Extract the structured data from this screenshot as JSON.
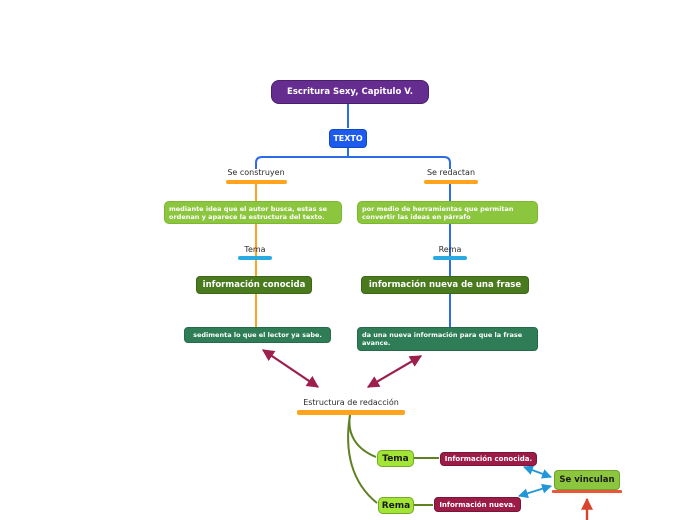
{
  "root": {
    "label": "Escritura Sexy, Capitulo V."
  },
  "texto": {
    "label": "TEXTO"
  },
  "left_branch": {
    "connector_label": "Se construyen",
    "description": "mediante idea que el autor busca, estas se\nordenan y aparece la estructura del texto.",
    "term_label": "Tema",
    "concept": "información conocida",
    "detail": "sedimenta lo que el lector ya sabe."
  },
  "right_branch": {
    "connector_label": "Se redactan",
    "description": "por medio de herramientas que permitan\nconvertir las ideas en párrafo",
    "term_label": "Rema",
    "concept": "información nueva de una frase",
    "detail": "da una nueva información para que la frase\navance."
  },
  "structure_node": {
    "label": "Estructura de redacción"
  },
  "bottom": {
    "rows": [
      {
        "term": "Tema",
        "value": "Información conocida."
      },
      {
        "term": "Rema",
        "value": "Información nueva."
      }
    ],
    "link": {
      "label": "Se vinculan"
    }
  },
  "colors": {
    "root_purple": "#662D91",
    "node_blue": "#1C5BEE",
    "line_blue": "#2E6BE8",
    "line_orange": "#FFA41C",
    "underline_light_blue": "#29ABE2",
    "green_light": "#8CC63F",
    "green_dark_olive": "#4A7A1E",
    "green_forest": "#2E7D56",
    "green_bright": "#A2E535",
    "maroon_box": "#9C1B47",
    "arrow_maroon": "#9C1F4E",
    "arrow_blue": "#2196D8",
    "arrow_red": "#D9452C",
    "olive_line": "#5E8122"
  }
}
